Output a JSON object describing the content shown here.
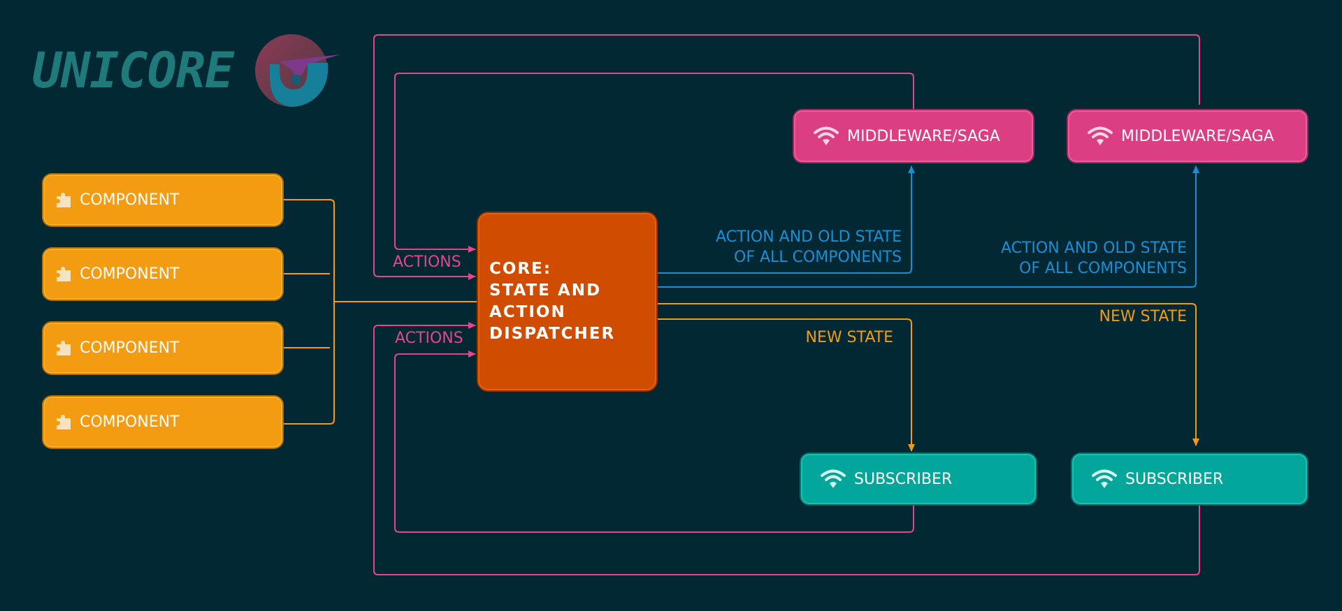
{
  "logo": {
    "text": "UNICORE"
  },
  "components": [
    {
      "label": "COMPONENT"
    },
    {
      "label": "COMPONENT"
    },
    {
      "label": "COMPONENT"
    },
    {
      "label": "COMPONENT"
    }
  ],
  "core": {
    "label": "CORE:\nSTATE AND\nACTION\nDISPATCHER"
  },
  "middlewares": [
    {
      "label": "MIDDLEWARE/SAGA"
    },
    {
      "label": "MIDDLEWARE/SAGA"
    }
  ],
  "subscribers": [
    {
      "label": "SUBSCRIBER"
    },
    {
      "label": "SUBSCRIBER"
    }
  ],
  "edge_labels": {
    "actions_top": "ACTIONS",
    "actions_bottom": "ACTIONS",
    "old_state_1": "ACTION AND OLD STATE\nOF ALL COMPONENTS",
    "old_state_2": "ACTION AND OLD STATE\nOF ALL COMPONENTS",
    "new_state_1": "NEW STATE",
    "new_state_2": "NEW STATE"
  },
  "colors": {
    "background": "#022833",
    "component": "#f39c12",
    "core": "#d04c00",
    "middleware": "#dc3e84",
    "subscriber": "#02a69a",
    "action_lines": "#e2478d",
    "old_state_lines": "#1a8fd6",
    "new_state_lines": "#f39c12"
  },
  "icons": {
    "component": "puzzle-icon",
    "middleware": "wifi-icon",
    "subscriber": "wifi-icon"
  }
}
